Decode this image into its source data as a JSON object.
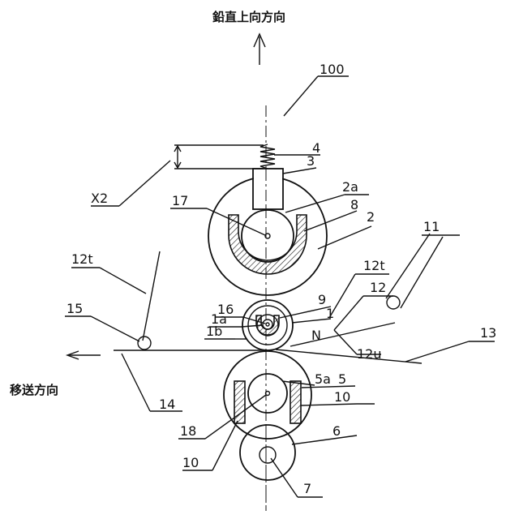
{
  "direction_labels": {
    "vertical_up": "鉛直上向方向",
    "transport": "移送方向"
  },
  "labels": {
    "l100": "100",
    "l4": "4",
    "l3": "3",
    "lX2": "X2",
    "l2a": "2a",
    "l17": "17",
    "l8": "8",
    "l2": "2",
    "l12t_left": "12t",
    "l11": "11",
    "l12t_right": "12t",
    "l12": "12",
    "l15": "15",
    "l16": "16",
    "l9": "9",
    "l1a": "1a",
    "l1": "1",
    "l1b": "1b",
    "lN": "N",
    "l12u": "12u",
    "l13": "13",
    "l14": "14",
    "l5a": "5a",
    "l5": "5",
    "l10_right": "10",
    "l18": "18",
    "l6": "6",
    "l10_bottom": "10",
    "l7": "7"
  }
}
